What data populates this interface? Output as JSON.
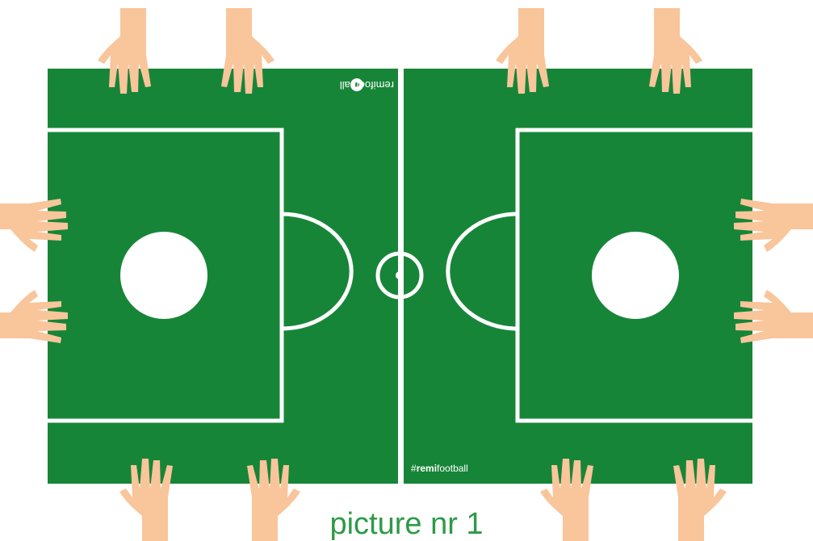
{
  "caption": "picture nr 1",
  "logo_top": "remifootball",
  "logo_bottom_hash": "#",
  "logo_bottom_bold": "remi",
  "logo_bottom_light": "football",
  "colors": {
    "pitch": "#178538",
    "lines": "#ffffff",
    "skin": "#f9c59b",
    "caption": "#2e9a47",
    "background": "#ffffff"
  }
}
